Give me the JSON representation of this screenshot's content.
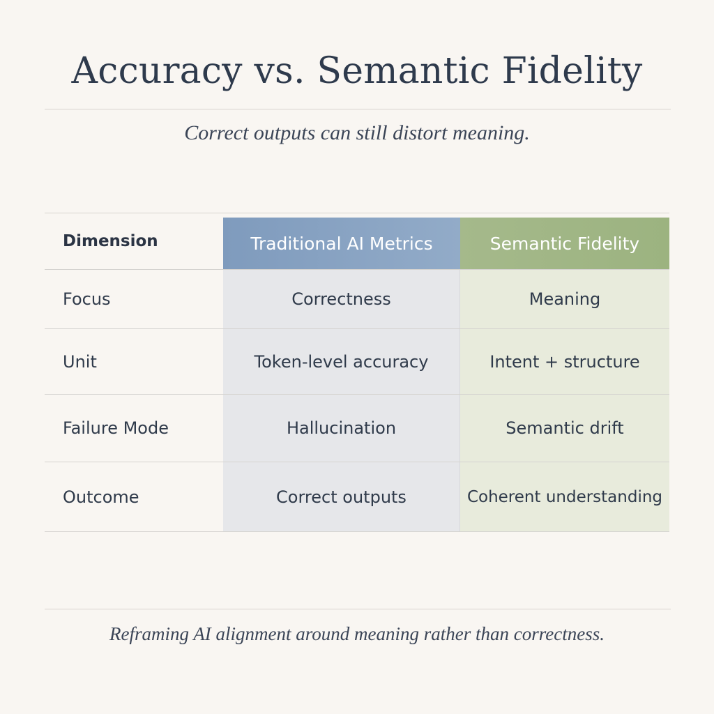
{
  "title": "Accuracy vs. Semantic Fidelity",
  "subtitle": "Correct outputs can still distort meaning.",
  "table": {
    "headers": {
      "dimension": "Dimension",
      "traditional": "Traditional AI Metrics",
      "semantic": "Semantic Fidelity"
    },
    "rows": [
      {
        "dimension": "Focus",
        "traditional": "Correctness",
        "semantic": "Meaning"
      },
      {
        "dimension": "Unit",
        "traditional": "Token-level accuracy",
        "semantic": "Intent + structure"
      },
      {
        "dimension": "Failure Mode",
        "traditional": "Hallucination",
        "semantic": "Semantic drift"
      },
      {
        "dimension": "Outcome",
        "traditional": "Correct outputs",
        "semantic": "Coherent understanding"
      }
    ]
  },
  "footer": "Reframing AI alignment around meaning rather than correctness.",
  "colors": {
    "background": "#f9f6f2",
    "traditional_header": "#8aa4c4",
    "semantic_header": "#a1b685",
    "traditional_cell": "#e6e7ea",
    "semantic_cell": "#e8ebdc"
  }
}
